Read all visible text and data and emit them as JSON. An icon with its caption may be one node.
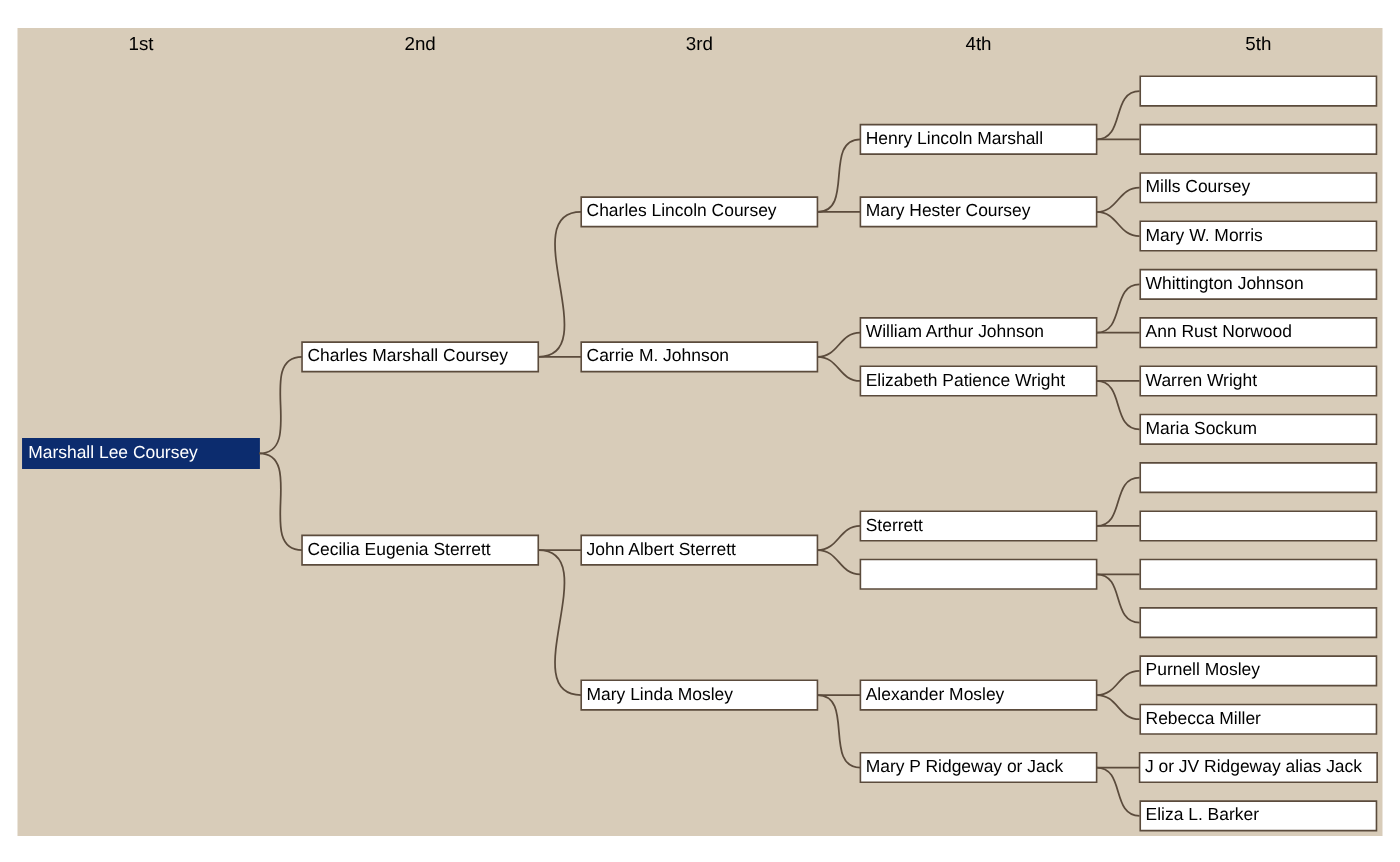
{
  "diagram": {
    "nodes": [
      {
        "text": [
          "Marshall Lee Coursey"
        ]
      },
      {
        "text": [
          "Charles Marshall Coursey"
        ]
      },
      {
        "text": [
          "Charles Lincoln Coursey"
        ]
      },
      {
        "text": [
          "Henry Lincoln Marshall"
        ]
      },
      {
        "text": [],
        "shape": "box"
      },
      {
        "text": [],
        "shape": "box"
      },
      {
        "text": [
          "Mary Hester Coursey"
        ]
      },
      {
        "text": [
          "Mills Coursey"
        ]
      },
      {
        "text": [
          "Mary W. Morris"
        ]
      },
      {
        "text": [
          "Carrie M. Johnson"
        ]
      },
      {
        "text": [
          "William Arthur Johnson"
        ]
      },
      {
        "text": [
          "Whittington Johnson"
        ]
      },
      {
        "text": [
          "Ann Rust Norwood"
        ]
      },
      {
        "text": [
          "Elizabeth Patience Wright"
        ]
      },
      {
        "text": [
          "Warren Wright"
        ]
      },
      {
        "text": [
          "Maria Sockum"
        ]
      },
      {
        "text": [
          "Cecilia Eugenia Sterrett"
        ]
      },
      {
        "text": [
          "John Albert Sterrett"
        ]
      },
      {
        "text": [
          "Sterrett"
        ]
      },
      {
        "text": [],
        "shape": "box"
      },
      {
        "text": [],
        "shape": "box"
      },
      {
        "text": [],
        "shape": "box"
      },
      {
        "text": [],
        "shape": "box"
      },
      {
        "text": [],
        "shape": "box"
      },
      {
        "text": [
          "Mary Linda Mosley"
        ]
      },
      {
        "text": [
          "Alexander Mosley"
        ]
      },
      {
        "text": [
          "Purnell Mosley"
        ]
      },
      {
        "text": [
          "Rebecca Miller"
        ]
      },
      {
        "text": [
          "Mary P Ridgeway or Jack"
        ]
      },
      {
        "text": [
          "J or JV Ridgeway alias Jack"
        ]
      },
      {
        "text": [
          "Eliza L. Barker"
        ]
      }
    ],
    "edges": [
      {
        "from": 0,
        "to": 1,
        "arrow": "none"
      },
      {
        "from": 0,
        "to": 16,
        "arrow": "none"
      },
      {
        "from": 1,
        "to": 2,
        "arrow": "none"
      },
      {
        "from": 1,
        "to": 9,
        "arrow": "none"
      },
      {
        "from": 2,
        "to": 3,
        "arrow": "none"
      },
      {
        "from": 2,
        "to": 6,
        "arrow": "none"
      },
      {
        "from": 3,
        "to": 4,
        "arrow": "none"
      },
      {
        "from": 3,
        "to": 5,
        "arrow": "none"
      },
      {
        "from": 6,
        "to": 7,
        "arrow": "none"
      },
      {
        "from": 6,
        "to": 8,
        "arrow": "none"
      },
      {
        "from": 9,
        "to": 10,
        "arrow": "none"
      },
      {
        "from": 9,
        "to": 13,
        "arrow": "none"
      },
      {
        "from": 10,
        "to": 11,
        "arrow": "none"
      },
      {
        "from": 10,
        "to": 12,
        "arrow": "none"
      },
      {
        "from": 13,
        "to": 14,
        "arrow": "none"
      },
      {
        "from": 13,
        "to": 15,
        "arrow": "none"
      },
      {
        "from": 16,
        "to": 17,
        "arrow": "none"
      },
      {
        "from": 16,
        "to": 24,
        "arrow": "none"
      },
      {
        "from": 17,
        "to": 18,
        "arrow": "none"
      },
      {
        "from": 17,
        "to": 21,
        "arrow": "none"
      },
      {
        "from": 18,
        "to": 19,
        "arrow": "none"
      },
      {
        "from": 18,
        "to": 20,
        "arrow": "none"
      },
      {
        "from": 21,
        "to": 22,
        "arrow": "none"
      },
      {
        "from": 21,
        "to": 23,
        "arrow": "none"
      },
      {
        "from": 24,
        "to": 25,
        "arrow": "none"
      },
      {
        "from": 24,
        "to": 28,
        "arrow": "none"
      },
      {
        "from": 25,
        "to": 26,
        "arrow": "none"
      },
      {
        "from": 25,
        "to": 27,
        "arrow": "none"
      },
      {
        "from": 28,
        "to": 29,
        "arrow": "none"
      },
      {
        "from": 28,
        "to": 30,
        "arrow": "none"
      }
    ],
    "labels": [
      "1st",
      "2nd",
      "3rd",
      "4th",
      "5th"
    ]
  }
}
